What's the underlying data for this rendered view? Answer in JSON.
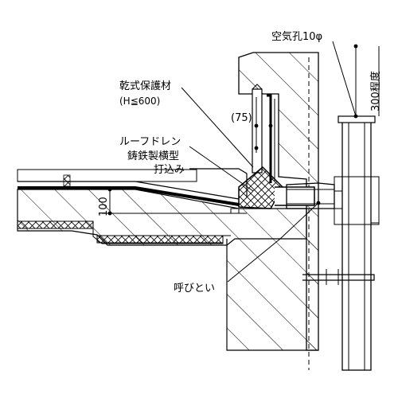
{
  "labels": {
    "air_hole": "空気孔10φ",
    "dim_300": "300程度",
    "protector_line1": "乾式保護材",
    "protector_line2": "(H≦600)",
    "dim_75": "(75)",
    "drain_line1": "ルーフドレン",
    "drain_line2": "鋳鉄製横型",
    "drain_line3": "打込み",
    "dim_100": "100",
    "gutter": "呼びとい"
  }
}
